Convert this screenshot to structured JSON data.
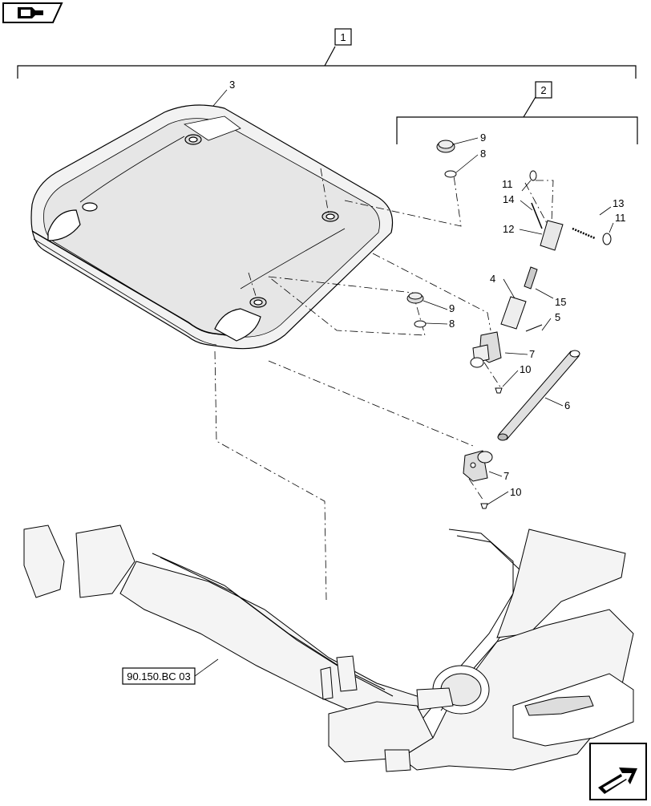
{
  "diagram": {
    "callouts": {
      "c1": "1",
      "c2": "2",
      "c3": "3",
      "c4": "4",
      "c5": "5",
      "c6": "6",
      "c7a": "7",
      "c7b": "7",
      "c8a": "8",
      "c8b": "8",
      "c9a": "9",
      "c9b": "9",
      "c10a": "10",
      "c10b": "10",
      "c11a": "11",
      "c11b": "11",
      "c12": "12",
      "c13": "13",
      "c14": "14",
      "c15": "15"
    },
    "reference_label": "90.150.BC 03",
    "icons": {
      "top_left": "book-icon",
      "bottom_right": "next-page-arrow-icon"
    }
  }
}
